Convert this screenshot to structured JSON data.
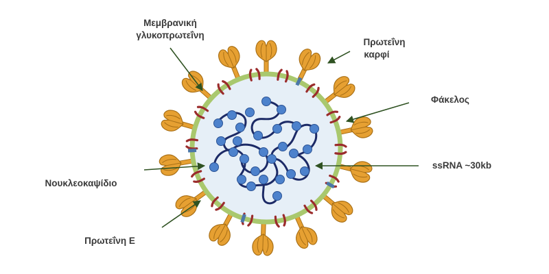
{
  "labels": {
    "membrane_glycoprotein_line1": "Μεμβρανική",
    "membrane_glycoprotein_line2": "γλυκοπρωτεΐνη",
    "spike_protein_line1": "Πρωτεΐνη",
    "spike_protein_line2": "καρφί",
    "envelope": "Φάκελος",
    "ssrna": "ssRNA ~30kb",
    "nucleocapsid": "Νουκλεοκαψίδιο",
    "protein_e": "Πρωτεΐνη Ε"
  },
  "colors": {
    "envelope_fill": "#e6eff7",
    "envelope_ring": "#a9c86e",
    "spike_fill": "#e6a032",
    "spike_stroke": "#a86f16",
    "membrane_protein": "#9b2c2c",
    "e_protein": "#4b77a8",
    "rna_strand": "#1c2a66",
    "nucleocapsid_bead": "#4d82cc",
    "nucleocapsid_bead_stroke": "#2a5294",
    "pointer_arrow": "#2f5222",
    "label_text": "#3a3a3a"
  }
}
